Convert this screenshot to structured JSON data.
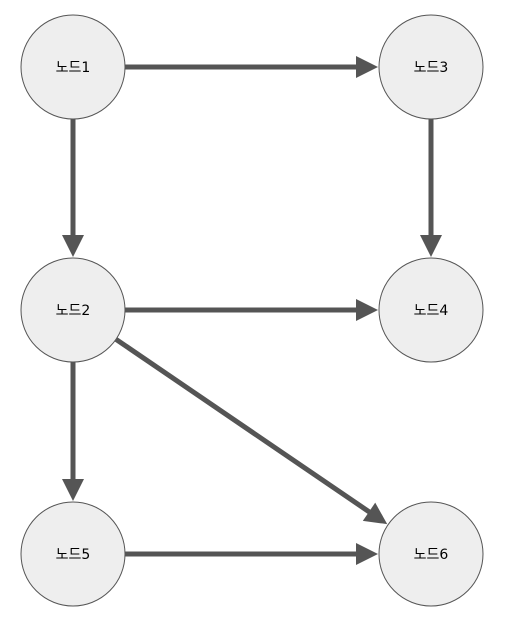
{
  "colors": {
    "node_fill": "#eeeeee",
    "node_stroke": "#555555",
    "edge": "#555555",
    "label": "#000000",
    "background": "#ffffff"
  },
  "nodes": [
    {
      "id": "n1",
      "label": "노드1"
    },
    {
      "id": "n2",
      "label": "노드2"
    },
    {
      "id": "n3",
      "label": "노드3"
    },
    {
      "id": "n4",
      "label": "노드4"
    },
    {
      "id": "n5",
      "label": "노드5"
    },
    {
      "id": "n6",
      "label": "노드6"
    }
  ],
  "edges": [
    {
      "from": "n1",
      "to": "n3"
    },
    {
      "from": "n1",
      "to": "n2"
    },
    {
      "from": "n3",
      "to": "n4"
    },
    {
      "from": "n2",
      "to": "n4"
    },
    {
      "from": "n2",
      "to": "n5"
    },
    {
      "from": "n2",
      "to": "n6"
    },
    {
      "from": "n5",
      "to": "n6"
    }
  ]
}
